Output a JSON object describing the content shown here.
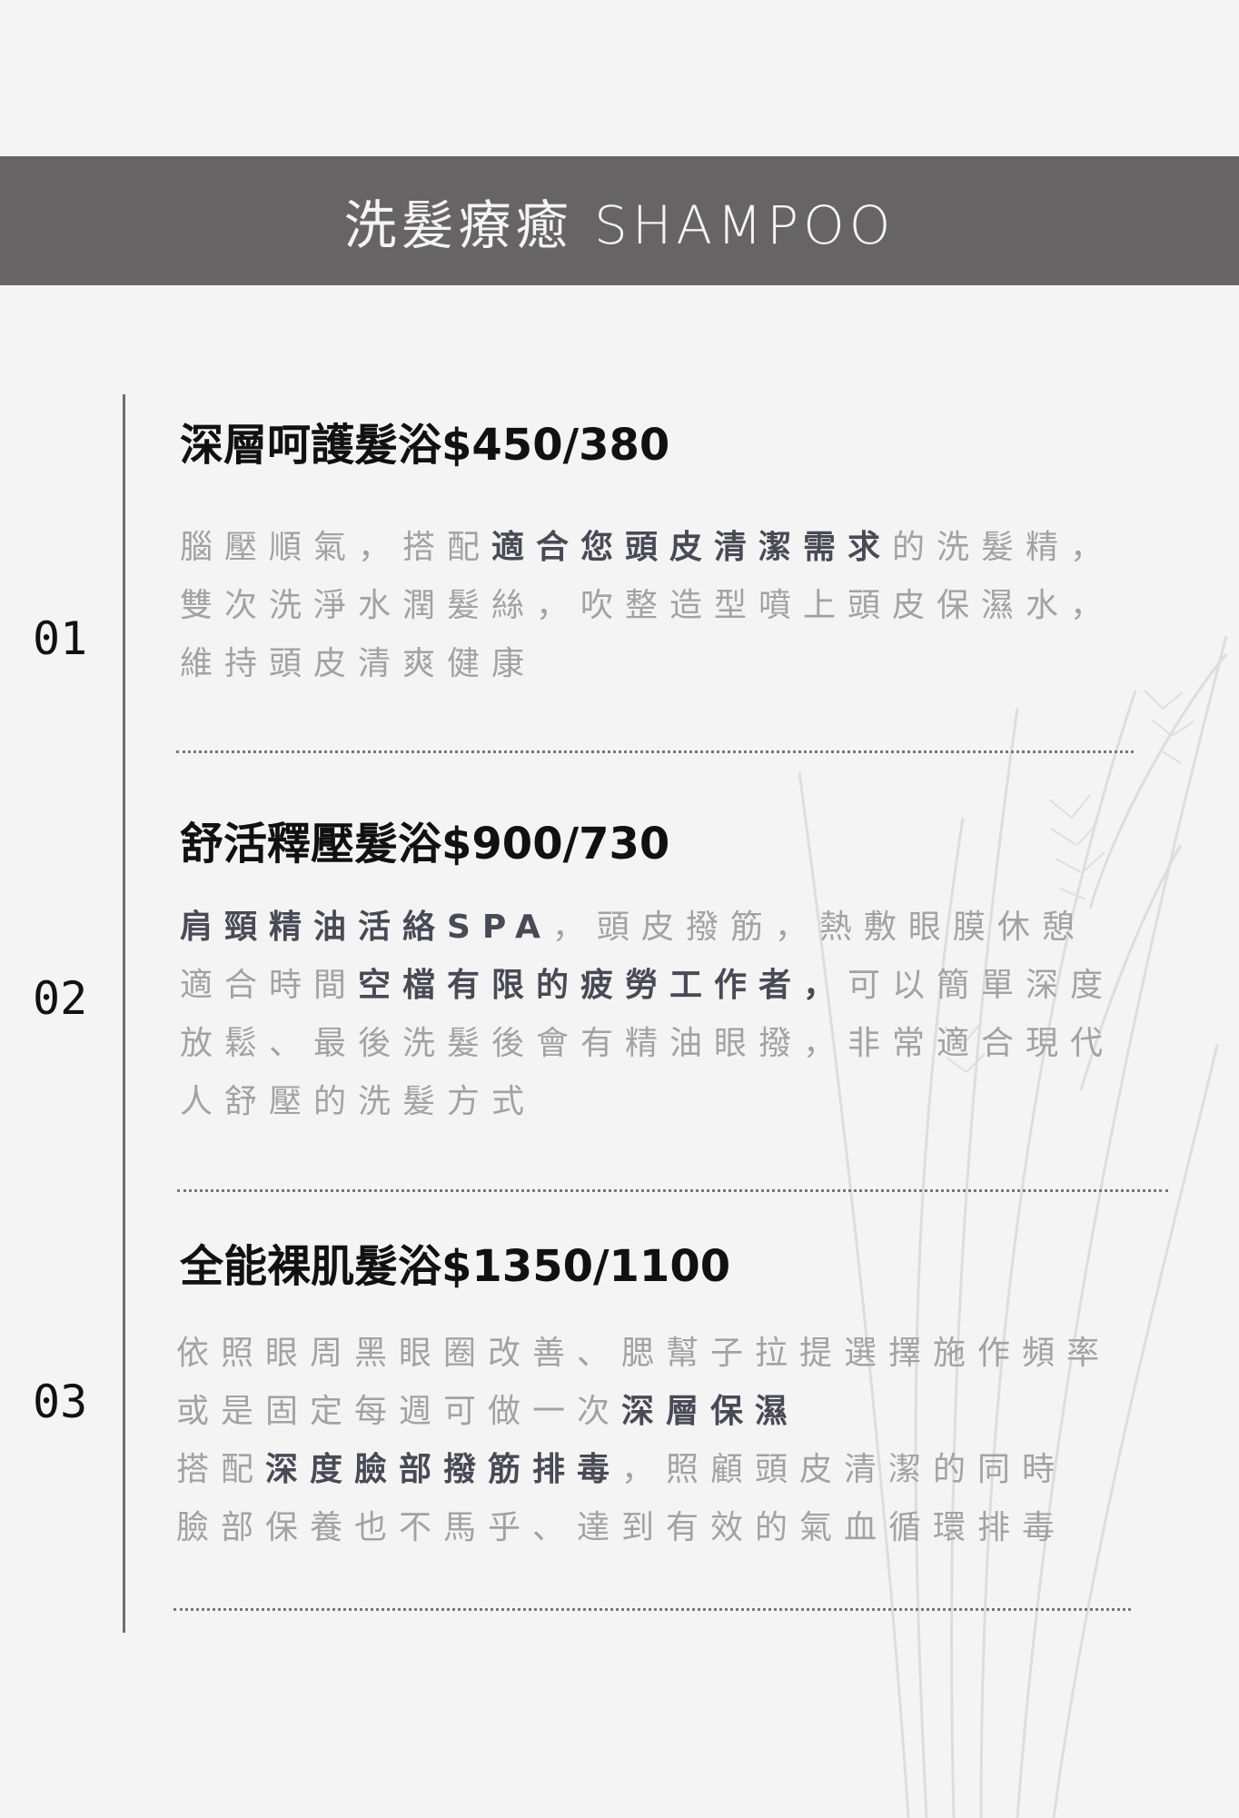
{
  "header": {
    "title": "洗髮療癒 SHAMPOO"
  },
  "items": [
    {
      "number": "01",
      "title": "深層呵護髮浴$450/380",
      "lines": [
        [
          {
            "t": "腦壓順氣，搭配",
            "b": false
          },
          {
            "t": "適合您頭皮清潔需求",
            "b": true
          },
          {
            "t": "的洗髮精，",
            "b": false
          }
        ],
        [
          {
            "t": "雙次洗淨水潤髮絲，吹整造型噴上頭皮保濕水，",
            "b": false
          }
        ],
        [
          {
            "t": "維持頭皮清爽健康",
            "b": false
          }
        ]
      ]
    },
    {
      "number": "02",
      "title": "舒活釋壓髮浴$900/730",
      "lines": [
        [
          {
            "t": "肩頸精油活絡SPA",
            "b": true
          },
          {
            "t": "，頭皮撥筋，熱敷眼膜休憩",
            "b": false
          }
        ],
        [
          {
            "t": "適合時間",
            "b": false
          },
          {
            "t": "空檔有限的疲勞工作者，",
            "b": true
          },
          {
            "t": "可以簡單深度",
            "b": false
          }
        ],
        [
          {
            "t": "放鬆、最後洗髮後會有精油眼撥，非常適合現代",
            "b": false
          }
        ],
        [
          {
            "t": "人舒壓的洗髮方式",
            "b": false
          }
        ]
      ]
    },
    {
      "number": "03",
      "title": "全能裸肌髮浴$1350/1100",
      "lines": [
        [
          {
            "t": "依照眼周黑眼圈改善、腮幫子拉提選擇施作頻率",
            "b": false
          }
        ],
        [
          {
            "t": "或是固定每週可做一次",
            "b": false
          },
          {
            "t": "深層保濕",
            "b": true
          }
        ],
        [
          {
            "t": "搭配",
            "b": false
          },
          {
            "t": "深度臉部撥筋排毒",
            "b": true
          },
          {
            "t": "，照顧頭皮清潔的同時",
            "b": false
          }
        ],
        [
          {
            "t": "臉部保養也不馬乎、達到有效的氣血循環排毒",
            "b": false
          }
        ]
      ]
    }
  ]
}
